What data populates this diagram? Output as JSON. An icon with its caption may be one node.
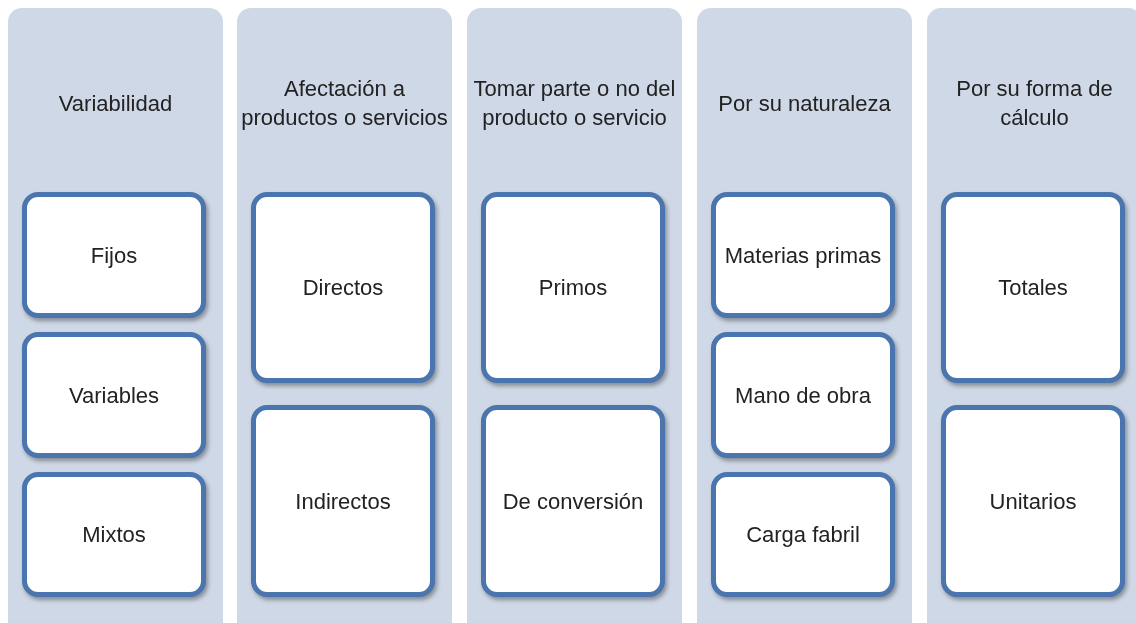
{
  "diagram": {
    "nodes": [
      {
        "text": [
          "Variabilidad"
        ]
      },
      {
        "text": [
          "Fijos"
        ],
        "in": 0
      },
      {
        "text": [
          "Variables"
        ],
        "in": 0
      },
      {
        "text": [
          "Mixtos"
        ],
        "in": 0
      },
      {
        "text": [
          "Afectación a productos o servicios"
        ]
      },
      {
        "text": [
          "Directos"
        ],
        "in": 4
      },
      {
        "text": [
          "Indirectos"
        ],
        "in": 4
      },
      {
        "text": [
          "Tomar parte o no del producto o servicio"
        ]
      },
      {
        "text": [
          "Primos"
        ],
        "in": 7
      },
      {
        "text": [
          "De conversión"
        ],
        "in": 7
      },
      {
        "text": [
          "Por su naturaleza"
        ]
      },
      {
        "text": [
          "Materias primas"
        ],
        "in": 10
      },
      {
        "text": [
          "Mano de obra"
        ],
        "in": 10
      },
      {
        "text": [
          "Carga fabril"
        ],
        "in": 10
      },
      {
        "text": [
          "Por su forma de cálculo"
        ]
      },
      {
        "text": [
          "Totales"
        ],
        "in": 14
      },
      {
        "text": [
          "Unitarios"
        ],
        "in": 14
      }
    ]
  }
}
